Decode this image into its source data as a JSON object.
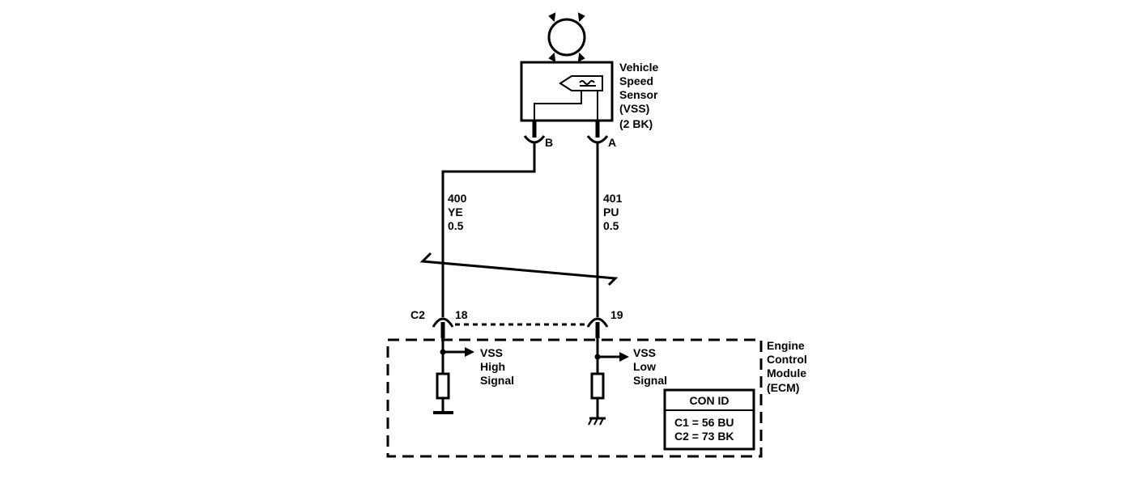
{
  "sensor": {
    "label_lines": [
      "Vehicle",
      "Speed",
      "Sensor",
      "(VSS)",
      "(2 BK)"
    ],
    "pin_b": "B",
    "pin_a": "A"
  },
  "wires": {
    "left": {
      "circuit": "400",
      "color": "YE",
      "gauge": "0.5"
    },
    "right": {
      "circuit": "401",
      "color": "PU",
      "gauge": "0.5"
    }
  },
  "connector": {
    "name": "C2",
    "pin_left": "18",
    "pin_right": "19"
  },
  "ecm": {
    "label_lines": [
      "Engine",
      "Control",
      "Module",
      "(ECM)"
    ],
    "high_signal_lines": [
      "VSS",
      "High",
      "Signal"
    ],
    "low_signal_lines": [
      "VSS",
      "Low",
      "Signal"
    ]
  },
  "con_id": {
    "title": "CON ID",
    "rows": [
      "C1 = 56 BU",
      "C2 = 73 BK"
    ]
  }
}
